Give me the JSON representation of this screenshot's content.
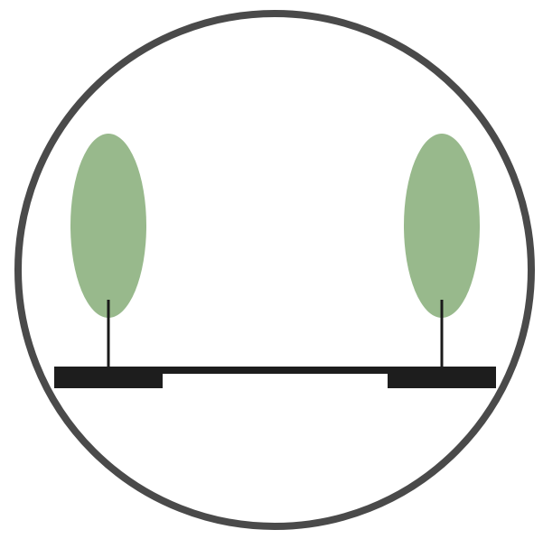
{
  "diagram": {
    "icon": "street-section-with-trees-icon",
    "colors": {
      "background": "#ffffff",
      "frame": "#4a4a4a",
      "tree_canopy": "#98b98c",
      "tree_trunk": "#1a1a1a",
      "ground": "#1d1d1d"
    },
    "trees": [
      {
        "name": "tree-left"
      },
      {
        "name": "tree-right"
      }
    ],
    "segments": [
      {
        "name": "sidewalk-left"
      },
      {
        "name": "roadway"
      },
      {
        "name": "sidewalk-right"
      }
    ]
  }
}
